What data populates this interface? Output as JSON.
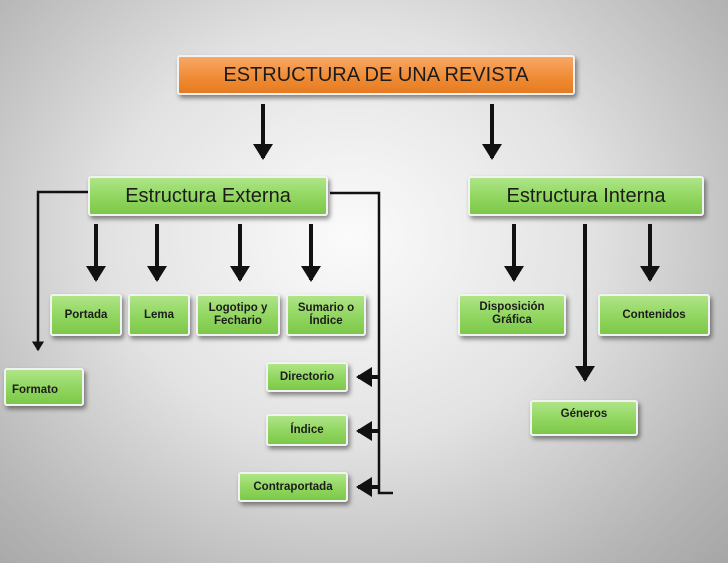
{
  "title": "ESTRUCTURA DE UNA REVISTA",
  "branches": {
    "externa": "Estructura Externa",
    "interna": "Estructura Interna"
  },
  "externa_items": {
    "portada": "Portada",
    "lema": "Lema",
    "logotipo": "Logotipo y\nFechario",
    "sumario": "Sumario o\nÍndice",
    "formato": "Formato",
    "directorio": "Directorio",
    "indice": "Índice",
    "contraportada": "Contraportada"
  },
  "interna_items": {
    "disposicion": "Disposición\nGráfica",
    "contenidos": "Contenidos",
    "generos": "Géneros"
  },
  "colors": {
    "title_fill": "#ef8a32",
    "node_fill": "#8ed45c",
    "connector": "#111111"
  }
}
